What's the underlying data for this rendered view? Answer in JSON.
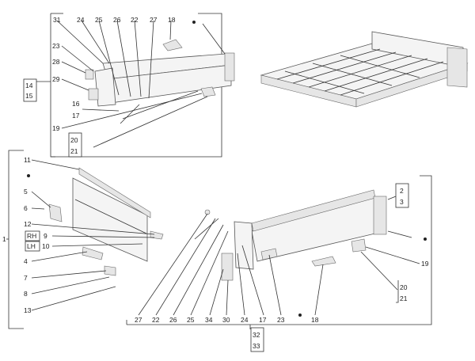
{
  "callouts": {
    "top": [
      "31",
      "24",
      "25",
      "26",
      "22",
      "27",
      "18",
      "23",
      "28",
      "29",
      "16",
      "17",
      "19",
      "20",
      "21",
      "14",
      "15"
    ],
    "left": [
      "11",
      "5",
      "6",
      "12",
      "1",
      "4",
      "7",
      "8",
      "13"
    ],
    "left_boxed": [
      {
        "tag": "RH",
        "num": "9"
      },
      {
        "tag": "LH",
        "num": "10"
      }
    ],
    "right": [
      "2",
      "3",
      "19",
      "20",
      "21"
    ],
    "bottom": [
      "27",
      "22",
      "26",
      "25",
      "34",
      "30",
      "24",
      "17",
      "23",
      "18",
      "32",
      "33"
    ]
  }
}
